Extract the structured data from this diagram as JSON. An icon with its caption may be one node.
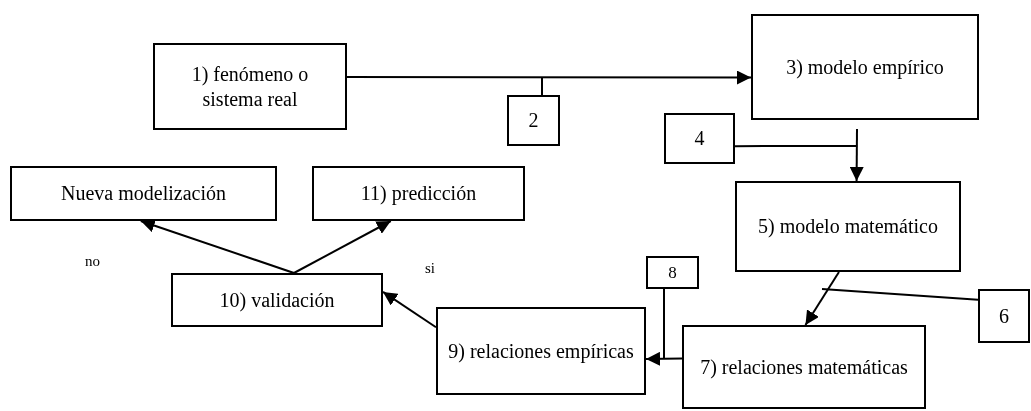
{
  "diagram": {
    "nodes": [
      {
        "text": [
          "1) fenómeno o sistema real"
        ]
      },
      {
        "text": [
          "2"
        ]
      },
      {
        "text": [
          "3) modelo empírico"
        ]
      },
      {
        "text": [
          "4"
        ]
      },
      {
        "text": [
          "Nueva modelización"
        ]
      },
      {
        "text": [
          "11) predicción"
        ]
      },
      {
        "text": [
          "5) modelo matemático"
        ]
      },
      {
        "text": [
          "10) validación"
        ]
      },
      {
        "text": [
          "8"
        ]
      },
      {
        "text": [
          "6"
        ]
      },
      {
        "text": [
          "9) relaciones empíricas"
        ]
      },
      {
        "text": [
          "7) relaciones matemáticas"
        ]
      }
    ],
    "edges": [
      {
        "from": 0,
        "to": 2,
        "arrow": "to"
      },
      {
        "from": 1,
        "to": null,
        "arrow": "none"
      },
      {
        "from": 2,
        "to": 6,
        "arrow": "to"
      },
      {
        "from": 3,
        "to": null,
        "arrow": "none"
      },
      {
        "from": 6,
        "to": 11,
        "arrow": "to"
      },
      {
        "from": 9,
        "to": null,
        "arrow": "none"
      },
      {
        "from": 11,
        "to": 10,
        "arrow": "to"
      },
      {
        "from": 8,
        "to": null,
        "arrow": "none"
      },
      {
        "from": 10,
        "to": 7,
        "arrow": "to"
      },
      {
        "from": 7,
        "to": 4,
        "arrow": "to"
      },
      {
        "from": 7,
        "to": 5,
        "arrow": "to"
      }
    ],
    "labels": [
      "no",
      "si"
    ]
  }
}
